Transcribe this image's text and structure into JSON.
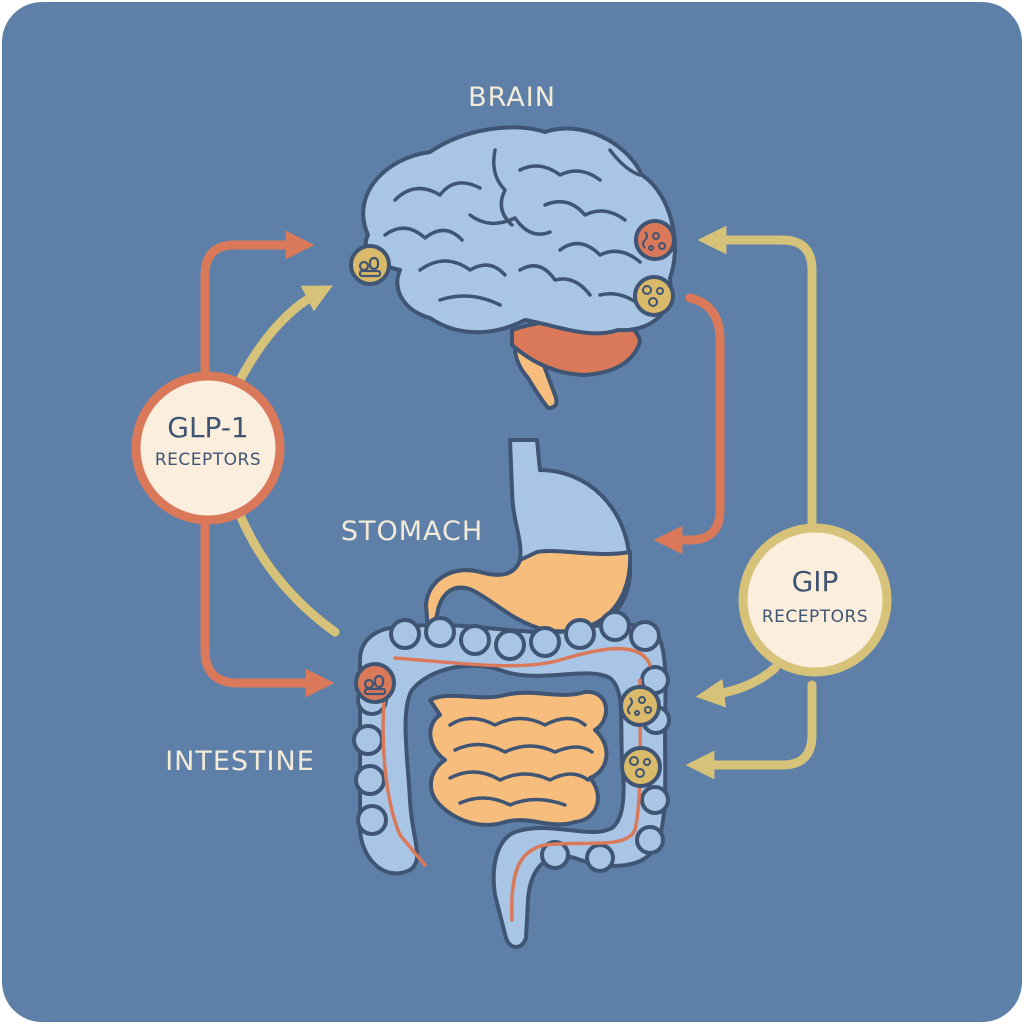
{
  "labels": {
    "brain": "BRAIN",
    "stomach": "STOMACH",
    "intestine": "INTESTINE"
  },
  "receptors": {
    "glp1": {
      "title": "GLP-1",
      "subtitle": "RECEPTORS"
    },
    "gip": {
      "title": "GIP",
      "subtitle": "RECEPTORS"
    }
  },
  "colors": {
    "background": "#5e80a8",
    "organ_fill": "#a9c5e6",
    "organ_outline": "#3f5573",
    "content_fill": "#f6bd7c",
    "glp1_arrow": "#d9795a",
    "gip_arrow": "#d7c27a",
    "receptor_fill": "#fbeedd"
  },
  "icons": [
    "cell-cluster-icon",
    "molecule-icon"
  ]
}
